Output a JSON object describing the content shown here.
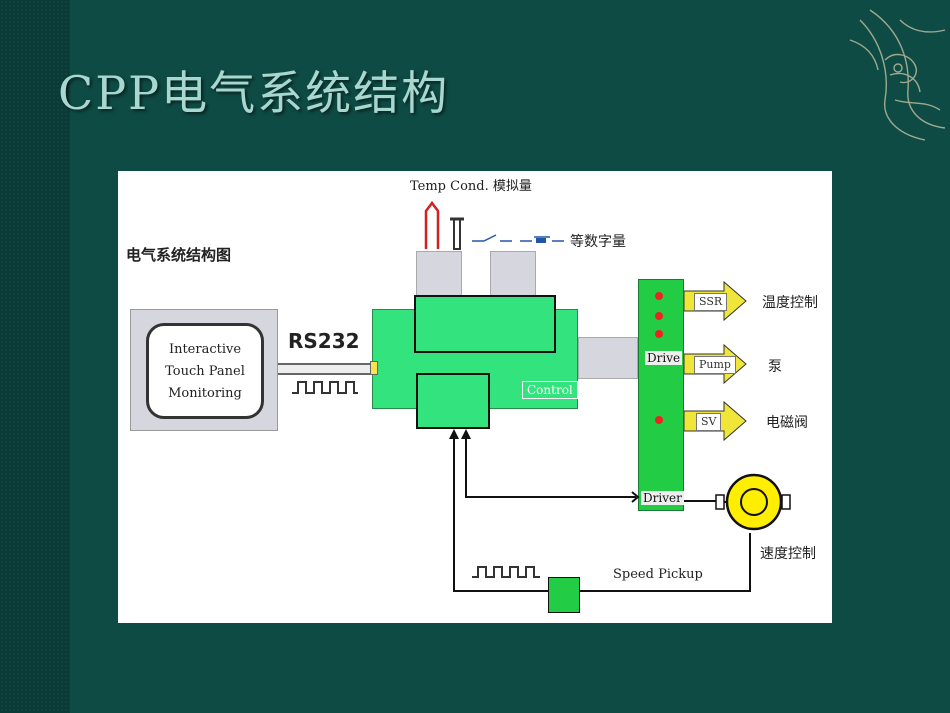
{
  "slide": {
    "title": "CPP电气系统结构"
  },
  "diagram": {
    "heading": "电气系统结构图",
    "panel_lines": [
      "Interactive",
      "Touch Panel",
      "Monitoring"
    ],
    "rs232": "RS232",
    "temp_label": "Temp Cond. 模拟量",
    "digital_label": "等数字量",
    "control_label": "Control",
    "drive_label": "Drive",
    "driver_label": "Driver",
    "outputs": [
      {
        "tag": "SSR",
        "desc": "温度控制"
      },
      {
        "tag": "Pump",
        "desc": "泵"
      },
      {
        "tag": "SV",
        "desc": "电磁阀"
      }
    ],
    "motor_label": "速度控制",
    "speed_pickup": "Speed Pickup",
    "colors": {
      "board": "#33e37d",
      "driver_strip": "#22cc44",
      "arrow_fill": "#f0e63a",
      "motor": "#ffee00",
      "panel_frame": "#d6d6de",
      "led": "#ee2222"
    }
  }
}
